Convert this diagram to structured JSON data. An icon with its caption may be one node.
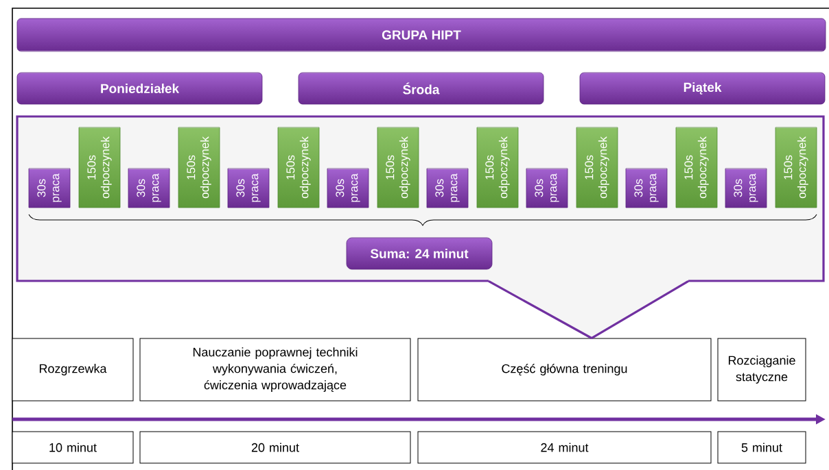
{
  "diagram": {
    "nodes": [
      {
        "text": [
          "GRUPA HIPT"
        ]
      },
      {
        "text": [
          "Poniedziałek"
        ]
      },
      {
        "text": [
          "Środa"
        ]
      },
      {
        "text": [
          "Piątek"
        ]
      },
      {
        "text": [],
        "shape": "box"
      },
      {
        "text": [
          "30s praca"
        ],
        "in": 4
      },
      {
        "text": [
          "150s odpoczynek"
        ],
        "in": 4
      },
      {
        "text": [
          "30s praca"
        ],
        "in": 4
      },
      {
        "text": [
          "150s odpoczynek"
        ],
        "in": 4
      },
      {
        "text": [
          "30s praca"
        ],
        "in": 4
      },
      {
        "text": [
          "150s odpoczynek"
        ],
        "in": 4
      },
      {
        "text": [
          "30s praca"
        ],
        "in": 4
      },
      {
        "text": [
          "150s odpoczynek"
        ],
        "in": 4
      },
      {
        "text": [
          "30s praca"
        ],
        "in": 4
      },
      {
        "text": [
          "150s odpoczynek"
        ],
        "in": 4
      },
      {
        "text": [
          "30s praca"
        ],
        "in": 4
      },
      {
        "text": [
          "150s odpoczynek"
        ],
        "in": 4
      },
      {
        "text": [
          "30s praca"
        ],
        "in": 4
      },
      {
        "text": [
          "150s odpoczynek"
        ],
        "in": 4
      },
      {
        "text": [
          "30s praca"
        ],
        "in": 4
      },
      {
        "text": [
          "150s odpoczynek"
        ],
        "in": 4
      },
      {
        "text": [
          "Suma: 24 minut"
        ],
        "in": 4
      },
      {
        "text": [
          "Rozgrzewka"
        ]
      },
      {
        "text": [
          "Nauczanie poprawnej techniki wykonywania ćwiczeń, ćwiczenia wprowadzające"
        ]
      },
      {
        "text": [
          "Część główna treningu"
        ]
      },
      {
        "text": [
          "Rozciąganie statyczne"
        ]
      },
      {
        "text": [
          "10 minut"
        ]
      },
      {
        "text": [
          "20 minut"
        ]
      },
      {
        "text": [
          "24 minut"
        ]
      },
      {
        "text": [
          "5 minut"
        ]
      }
    ],
    "edges": [
      {
        "from": 4,
        "to": 24,
        "arrow": "none"
      }
    ]
  }
}
